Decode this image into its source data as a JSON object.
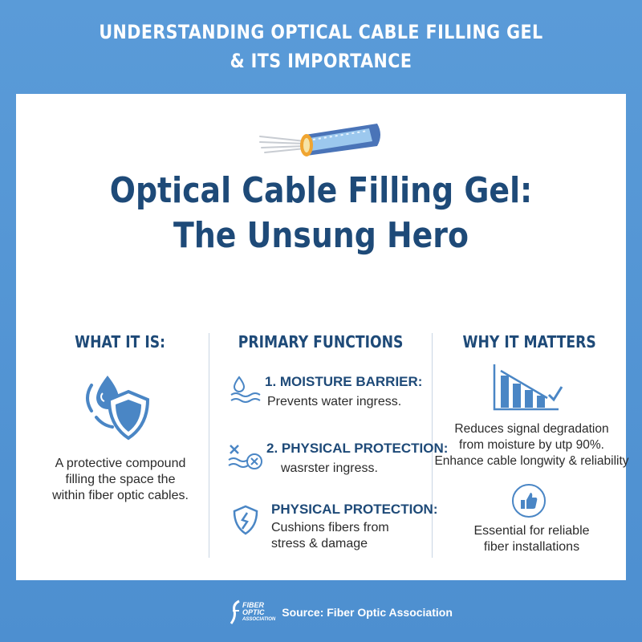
{
  "header": {
    "line1": "UNDERSTANDING OPTICAL CABLE FILLING GEL",
    "line2": "& ITS IMPORTANCE"
  },
  "hero": {
    "title_line1": "Optical Cable Filling Gel:",
    "title_line2": "The Unsung Hero"
  },
  "columns": {
    "what": {
      "heading": "WHAT IT IS:",
      "icon": "water-drop-shield-icon",
      "text_lines": [
        "A protective compound",
        "filling the space the",
        "within fiber optic cables."
      ]
    },
    "functions": {
      "heading": "PRIMARY FUNCTIONS",
      "items": [
        {
          "icon": "water-waves-icon",
          "title": "1. MOISTURE BARRIER:",
          "desc_lines": [
            "Prevents water ingress."
          ]
        },
        {
          "icon": "no-water-icon",
          "title": "2. PHYSICAL PROTECTION:",
          "desc_lines": [
            "wasrster ingress."
          ]
        },
        {
          "icon": "cracked-shield-icon",
          "title": "PHYSICAL PROTECTION:",
          "desc_lines": [
            "Cushions fibers from",
            "stress & damage"
          ]
        }
      ]
    },
    "why": {
      "heading": "WHY IT MATTERS",
      "chart_icon": "declining-bar-chart-icon",
      "text_lines": [
        "Reduces signal degradation",
        "from moisture by utp 90%.",
        "Enhance cable longwity & reliability"
      ],
      "thumb_icon": "thumbs-up-icon",
      "text2_lines": [
        "Essential for reliable",
        "fiber installations"
      ]
    }
  },
  "footer": {
    "logo_lines": [
      "FIBER",
      "OPTIC",
      "ASSOCIATION"
    ],
    "source": "Source: Fiber Optic Association"
  },
  "colors": {
    "background": "#5a9bd8",
    "title": "#1e4a78",
    "icon": "#4a86c5",
    "text": "#2b2b2b"
  }
}
